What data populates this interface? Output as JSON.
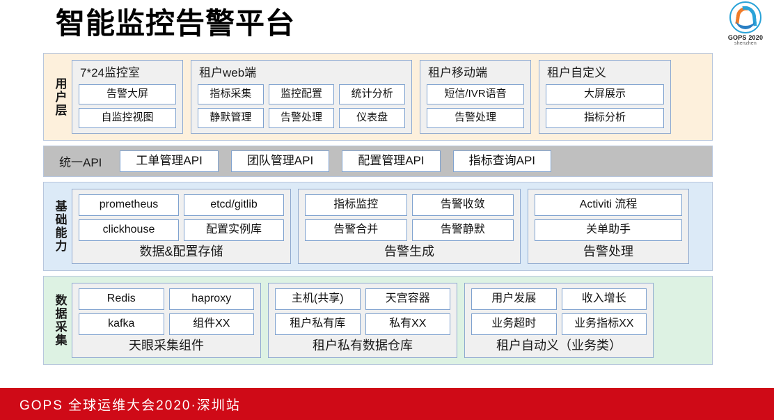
{
  "header": {
    "title": "智能监控告警平台",
    "logo": {
      "name": "GOPS 2020",
      "sub": "shenzhen"
    }
  },
  "layers": [
    {
      "id": "user-layer",
      "label": "用户层",
      "label_chars": [
        "用",
        "户",
        "层"
      ],
      "groups": [
        {
          "id": "monitor-room",
          "title": "7*24监控室",
          "title_position": "top",
          "rows": [
            [
              "告警大屏"
            ],
            [
              "自监控视图"
            ]
          ]
        },
        {
          "id": "tenant-web",
          "title": "租户web端",
          "title_position": "top",
          "rows": [
            [
              "指标采集",
              "监控配置",
              "统计分析"
            ],
            [
              "静默管理",
              "告警处理",
              "仪表盘"
            ]
          ]
        },
        {
          "id": "tenant-mobile",
          "title": "租户移动端",
          "title_position": "top",
          "rows": [
            [
              "短信/IVR语音"
            ],
            [
              "告警处理"
            ]
          ]
        },
        {
          "id": "tenant-custom",
          "title": "租户自定义",
          "title_position": "top",
          "rows": [
            [
              "大屏展示"
            ],
            [
              "指标分析"
            ]
          ]
        }
      ]
    },
    {
      "id": "api-layer",
      "label": "统一API",
      "pills": [
        "工单管理API",
        "团队管理API",
        "配置管理API",
        "指标查询API"
      ]
    },
    {
      "id": "base-layer",
      "label": "基础能力",
      "label_chars": [
        "基",
        "础",
        "能",
        "力"
      ],
      "groups": [
        {
          "id": "data-config-store",
          "title": "数据&配置存储",
          "title_position": "bottom",
          "rows": [
            [
              "prometheus",
              "etcd/gitlib"
            ],
            [
              "clickhouse",
              "配置实例库"
            ]
          ]
        },
        {
          "id": "alarm-generation",
          "title": "告警生成",
          "title_position": "bottom",
          "rows": [
            [
              "指标监控",
              "告警收敛"
            ],
            [
              "告警合并",
              "告警静默"
            ]
          ]
        },
        {
          "id": "alarm-handling",
          "title": "告警处理",
          "title_position": "bottom",
          "rows": [
            [
              "Activiti 流程"
            ],
            [
              "关单助手"
            ]
          ]
        }
      ]
    },
    {
      "id": "data-layer",
      "label": "数据采集",
      "label_chars": [
        "数",
        "据",
        "采",
        "集"
      ],
      "groups": [
        {
          "id": "tianyan-collector",
          "title": "天眼采集组件",
          "title_position": "bottom",
          "rows": [
            [
              "Redis",
              "haproxy"
            ],
            [
              "kafka",
              "组件XX"
            ]
          ]
        },
        {
          "id": "tenant-private-warehouse",
          "title": "租户私有数据仓库",
          "title_position": "bottom",
          "rows": [
            [
              "主机(共享)",
              "天宫容器"
            ],
            [
              "租户私有库",
              "私有XX"
            ]
          ]
        },
        {
          "id": "tenant-business-custom",
          "title": "租户自动义（业务类）",
          "title_position": "bottom",
          "rows": [
            [
              "用户发展",
              "收入增长"
            ],
            [
              "业务超时",
              "业务指标XX"
            ]
          ]
        }
      ]
    }
  ],
  "footer": {
    "text": "GOPS 全球运维大会2020·深圳站",
    "color": "#cf0a17"
  },
  "colors": {
    "user_band": "#fdf0dc",
    "api_band": "#bfbfbf",
    "base_band": "#dceaf7",
    "data_band": "#ddf2e3",
    "group_bg": "#f0f0f0",
    "cell_border": "#7fa2cf",
    "footer_red": "#cf0a17"
  }
}
